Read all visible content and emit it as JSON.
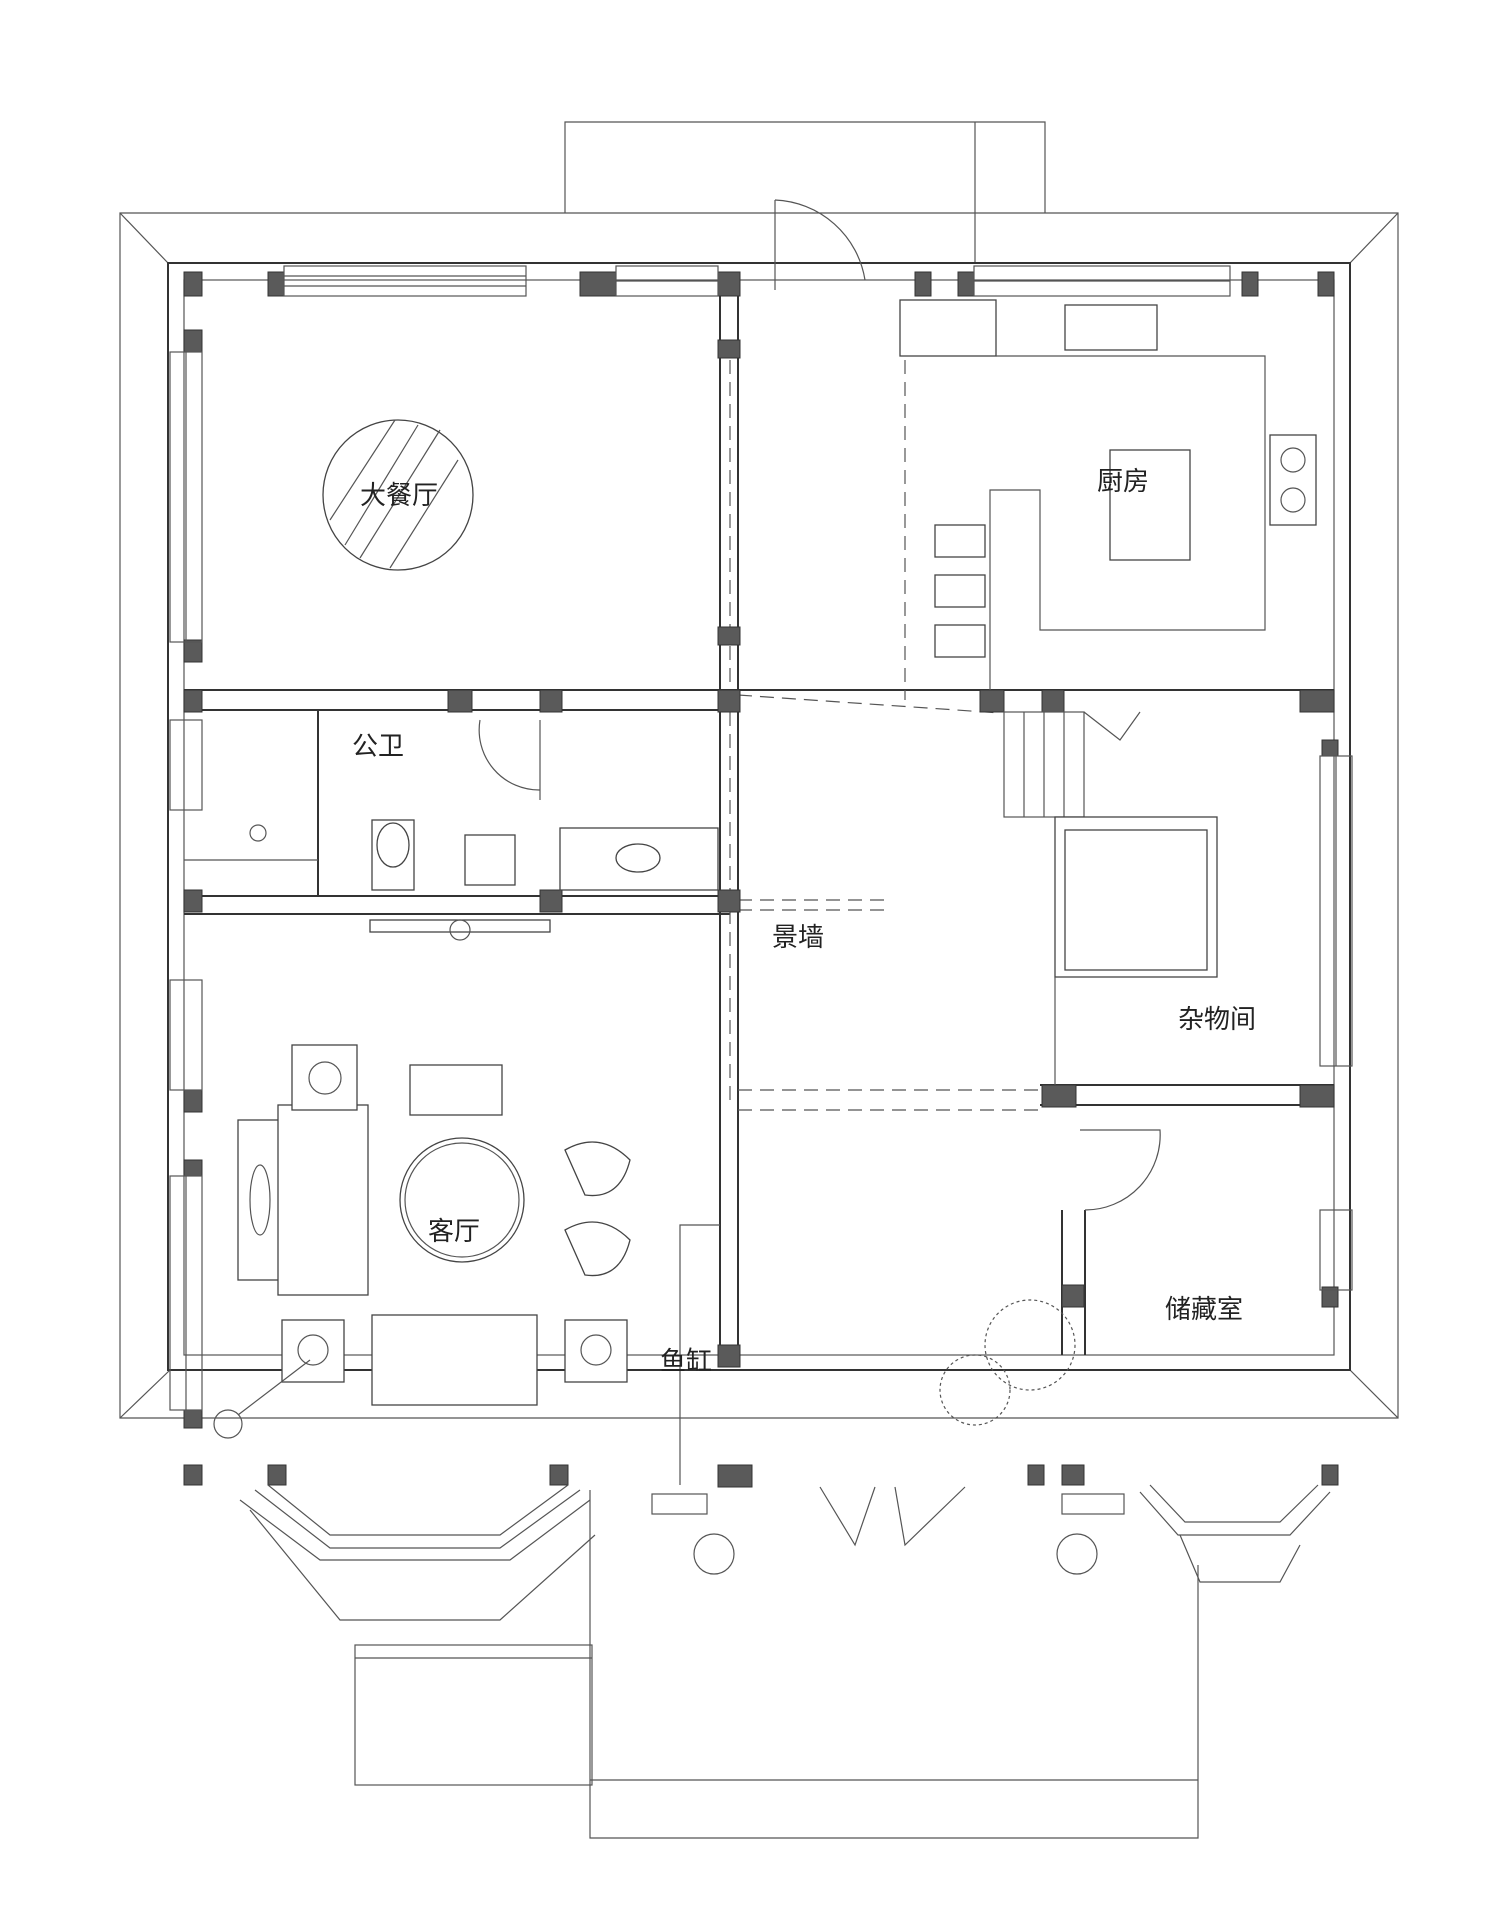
{
  "rooms": {
    "dining": "大餐厅",
    "kitchen": "厨房",
    "public_wc": "公卫",
    "feature_wall": "景墙",
    "utility": "杂物间",
    "living": "客厅",
    "aquarium": "鱼缸",
    "storage": "储藏室"
  }
}
